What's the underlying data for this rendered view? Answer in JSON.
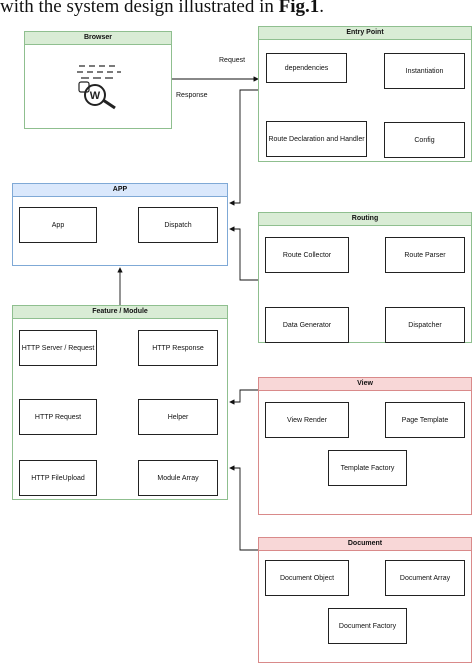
{
  "caption": {
    "prefix": "with the system design illustrated in ",
    "figure_ref": "Fig.1",
    "suffix": "."
  },
  "browser": {
    "title": "Browser",
    "logo_letter": "W"
  },
  "edges": {
    "request": "Request",
    "response": "Response"
  },
  "entry_point": {
    "title": "Entry Point",
    "boxes": {
      "dependencies": "dependencies",
      "instantiation": "Instantiation",
      "route_declaration": "Route Declaration and Handler",
      "config": "Config"
    }
  },
  "app": {
    "title": "APP",
    "boxes": {
      "app": "App",
      "dispatch": "Dispatch"
    }
  },
  "routing": {
    "title": "Routing",
    "boxes": {
      "route_collector": "Route Collector",
      "route_parser": "Route Parser",
      "data_generator": "Data Generator",
      "dispatcher": "Dispatcher"
    }
  },
  "feature": {
    "title": "Feature / Module",
    "boxes": {
      "http_server": "HTTP Server / Request",
      "http_response": "HTTP Response",
      "http_request": "HTTP Request",
      "helper": "Helper",
      "http_fileupload": "HTTP FileUpload",
      "module_array": "Module Array"
    }
  },
  "view": {
    "title": "View",
    "boxes": {
      "view_render": "View Render",
      "page_template": "Page Template",
      "template_factory": "Template Factory"
    }
  },
  "document": {
    "title": "Document",
    "boxes": {
      "document_object": "Document Object",
      "document_array": "Document Array",
      "document_factory": "Document Factory"
    }
  },
  "colors": {
    "green_header": "#d9ecd5",
    "blue_header": "#dae8fc",
    "red_header": "#f8d7d7"
  }
}
